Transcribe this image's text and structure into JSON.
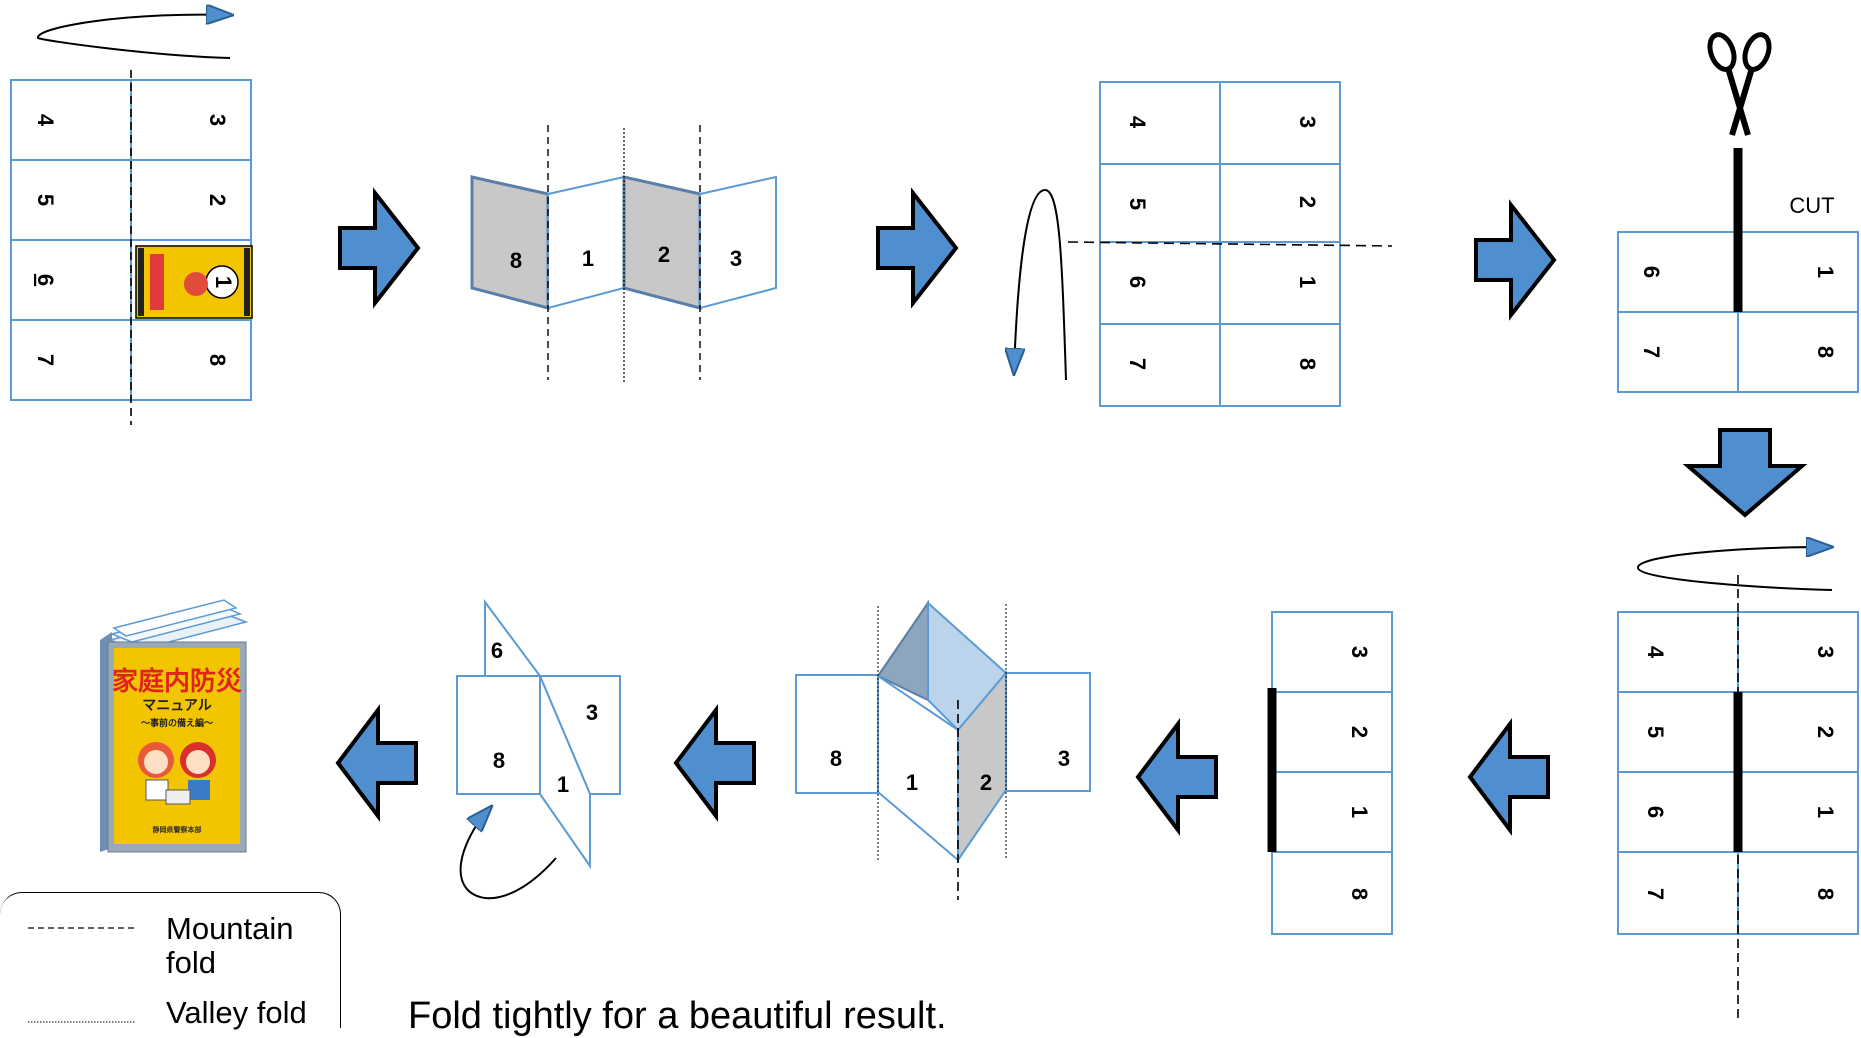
{
  "panel_numbers": [
    "1",
    "2",
    "3",
    "4",
    "5",
    "6",
    "7",
    "8"
  ],
  "cut_label": "CUT",
  "cover": {
    "title_line1": "家庭内防災",
    "title_line2": "マニュアル",
    "subtitle": "〜事前の備え編〜",
    "publisher": "静岡県警察本部"
  },
  "legend": {
    "mountain_fold": "Mountain fold",
    "valley_fold": "Valley fold"
  },
  "footer_note": "Fold tightly for a beautiful result.",
  "colors": {
    "panel_outline": "#5b9bd5",
    "arrow_fill": "#4f8fd0",
    "shaded_panel": "#c8c8c8",
    "cover_yellow": "#f2c500"
  }
}
